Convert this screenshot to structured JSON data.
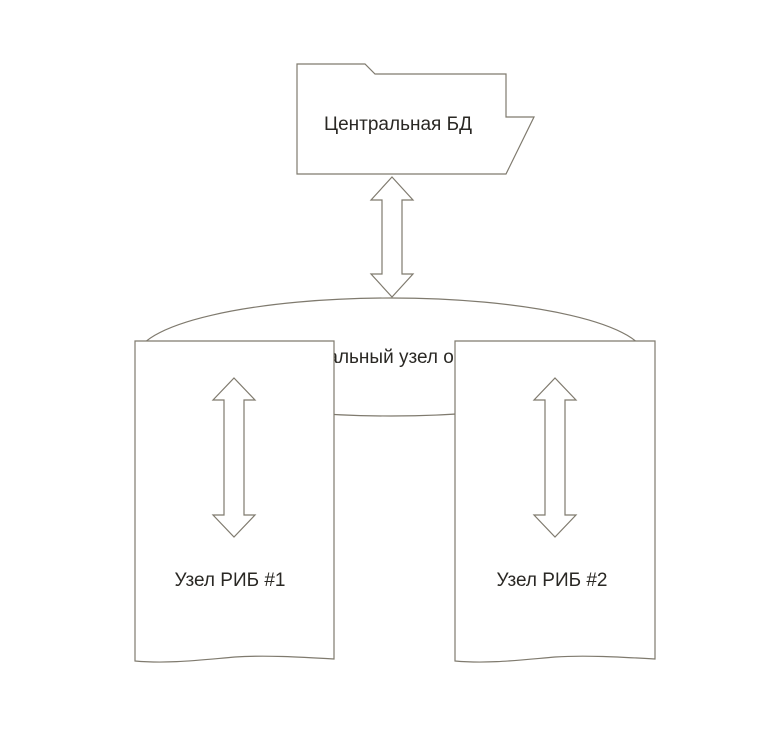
{
  "diagram": {
    "nodes": {
      "central_db": {
        "label": "Центральная БД",
        "shape": "folder-icon"
      },
      "exchange_hub": {
        "label": "Центральный узел обмена",
        "shape": "ellipse"
      },
      "rib_node_1": {
        "label": "Узел РИБ #1",
        "shape": "document-icon"
      },
      "rib_node_2": {
        "label": "Узел РИБ #2",
        "shape": "document-icon"
      }
    },
    "edges": [
      {
        "from": "central_db",
        "to": "exchange_hub",
        "type": "bidirectional"
      },
      {
        "from": "exchange_hub",
        "to": "rib_node_1",
        "type": "bidirectional"
      },
      {
        "from": "exchange_hub",
        "to": "rib_node_2",
        "type": "bidirectional"
      }
    ],
    "colors": {
      "stroke": "#7f7a6e",
      "fill": "#ffffff",
      "text": "#2a2824"
    }
  }
}
